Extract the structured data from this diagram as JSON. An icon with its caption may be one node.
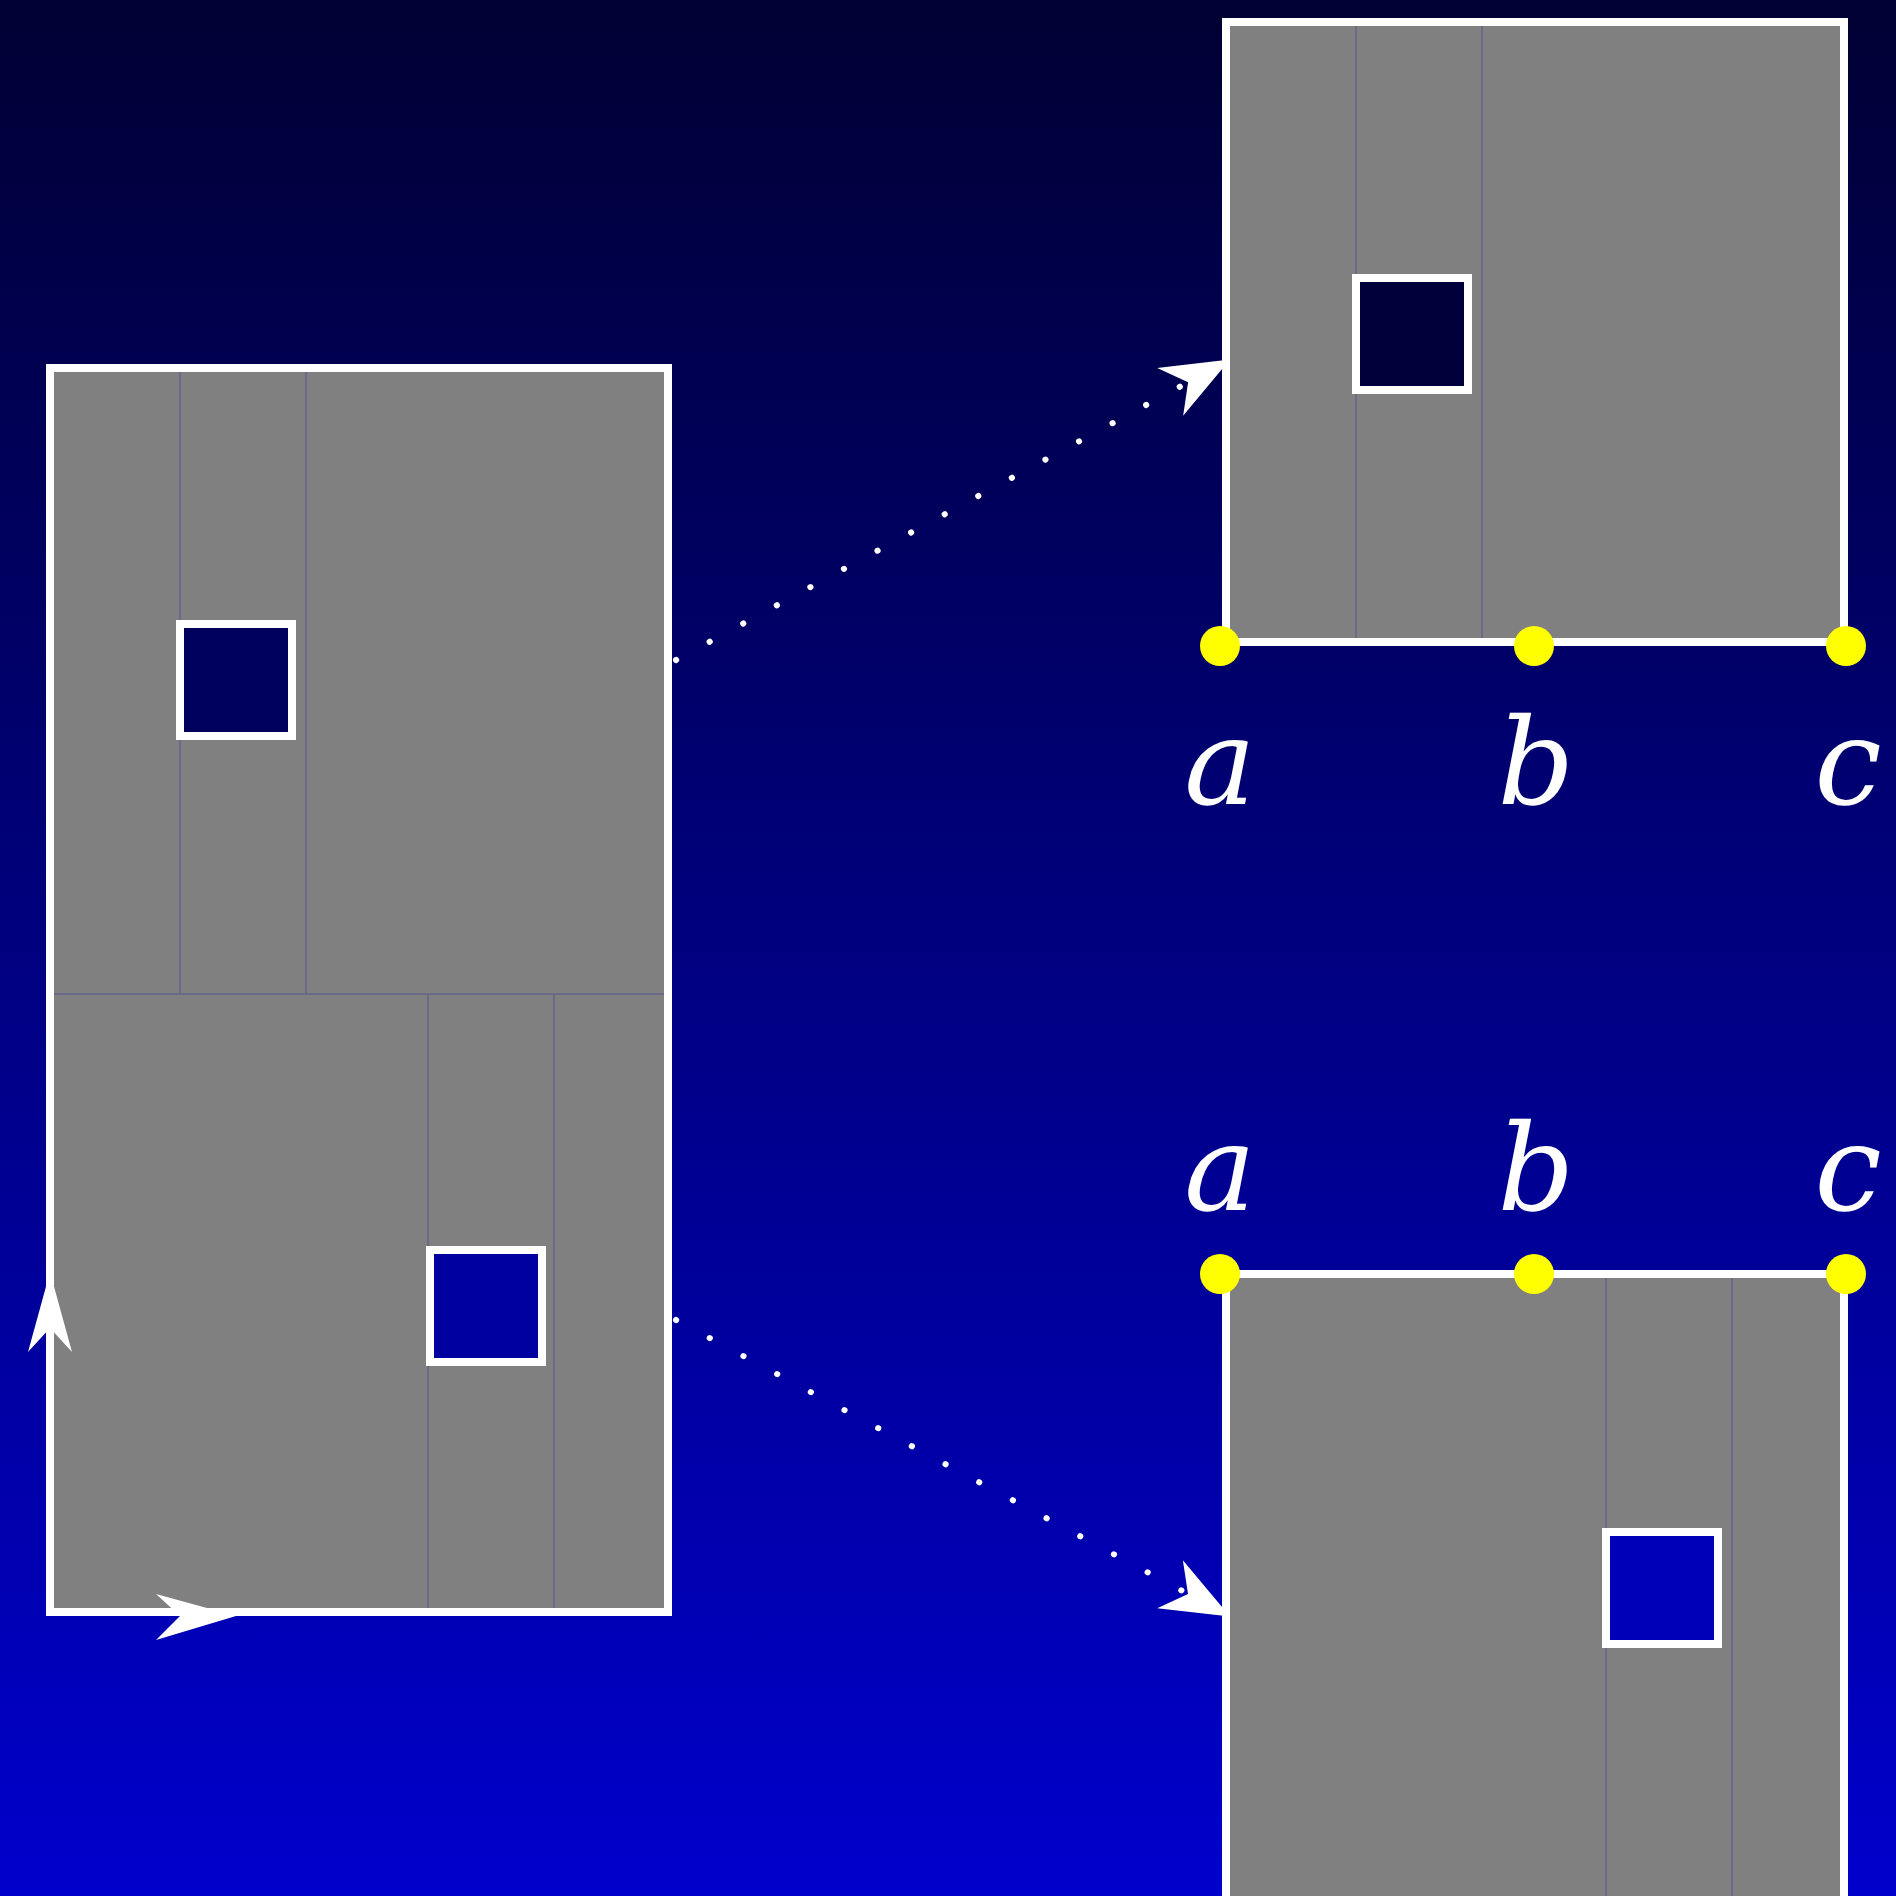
{
  "diagram": {
    "nodes": [
      {
        "text": [],
        "shape": "box"
      },
      {
        "text": [],
        "shape": "box"
      },
      {
        "text": [],
        "shape": "box"
      }
    ],
    "edges": [
      {
        "from": 0,
        "to": 1,
        "arrow": "to",
        "style": "dashed"
      },
      {
        "from": 0,
        "to": 2,
        "arrow": "to",
        "style": "dashed"
      }
    ],
    "labels": [
      "a",
      "b",
      "c",
      "a",
      "b",
      "c"
    ]
  }
}
